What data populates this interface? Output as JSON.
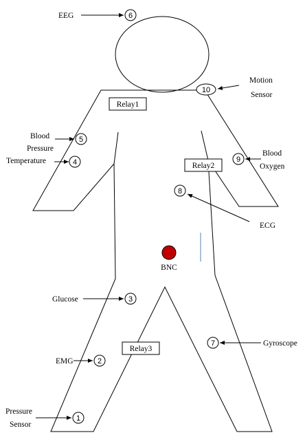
{
  "relays": {
    "relay1": "Relay1",
    "relay2": "Relay2",
    "relay3": "Relay3"
  },
  "bnc": {
    "label": "BNC",
    "color": "#c00000"
  },
  "sensors": {
    "s1": {
      "number": "1",
      "label_line1": "Pressure",
      "label_line2": "Sensor"
    },
    "s2": {
      "number": "2",
      "label": "EMG"
    },
    "s3": {
      "number": "3",
      "label": "Glucose"
    },
    "s4": {
      "number": "4",
      "label": "Temperature"
    },
    "s5": {
      "number": "5",
      "label_line1": "Blood",
      "label_line2": "Pressure"
    },
    "s6": {
      "number": "6",
      "label": "EEG"
    },
    "s7": {
      "number": "7",
      "label": "Gyroscope"
    },
    "s8": {
      "number": "8",
      "label": "ECG"
    },
    "s9": {
      "number": "9",
      "label_line1": "Blood",
      "label_line2": "Oxygen"
    },
    "s10": {
      "number": "10",
      "label_line1": "Motion",
      "label_line2": "Sensor"
    }
  }
}
